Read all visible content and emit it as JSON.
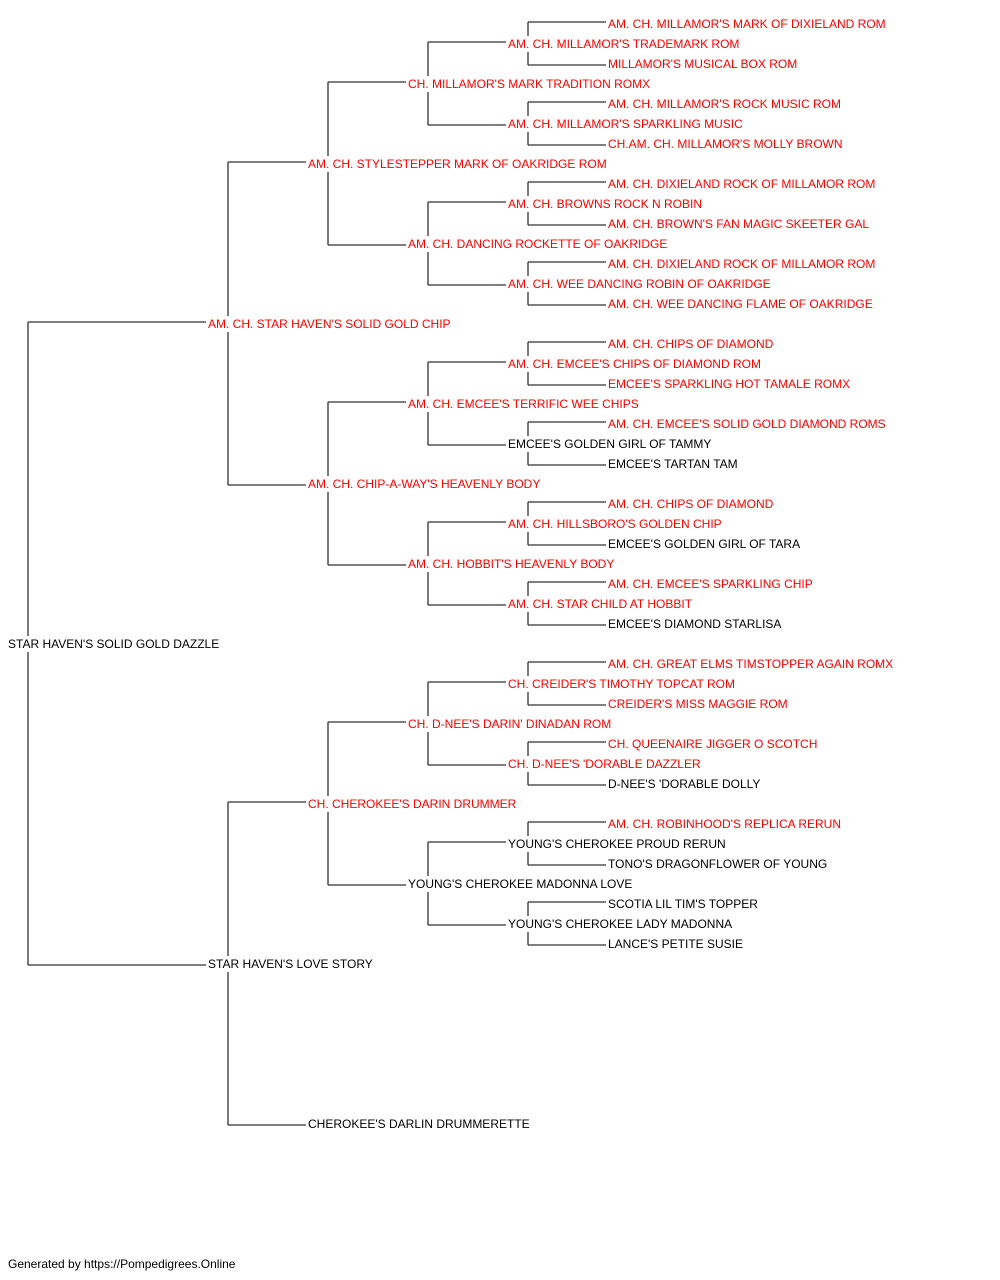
{
  "colors": {
    "titled": "#ff0000",
    "untitled": "#000000",
    "line": "#333333",
    "background": "#ffffff"
  },
  "pedigree": {
    "subject": {
      "name": "STAR HAVEN'S SOLID GOLD DAZZLE",
      "titled": false
    },
    "generations": [
      [
        {
          "name": "AM. CH. STAR HAVEN'S SOLID GOLD CHIP",
          "titled": true
        },
        {
          "name": "STAR HAVEN'S LOVE STORY",
          "titled": false
        }
      ],
      [
        {
          "name": "AM. CH. STYLESTEPPER MARK OF OAKRIDGE ROM",
          "titled": true
        },
        {
          "name": "AM. CH. CHIP-A-WAY'S HEAVENLY BODY",
          "titled": true
        },
        {
          "name": "CH. CHEROKEE'S DARIN DRUMMER",
          "titled": true
        },
        {
          "name": "CHEROKEE'S DARLIN DRUMMERETTE",
          "titled": false
        }
      ],
      [
        {
          "name": "CH. MILLAMOR'S MARK TRADITION ROMX",
          "titled": true
        },
        {
          "name": "AM. CH. DANCING ROCKETTE OF OAKRIDGE",
          "titled": true
        },
        {
          "name": "AM. CH. EMCEE'S TERRIFIC WEE CHIPS",
          "titled": true
        },
        {
          "name": "AM. CH. HOBBIT'S HEAVENLY BODY",
          "titled": true
        },
        {
          "name": "CH. D-NEE'S DARIN' DINADAN ROM",
          "titled": true
        },
        {
          "name": "YOUNG'S CHEROKEE MADONNA LOVE",
          "titled": false
        },
        null,
        null
      ],
      [
        {
          "name": "AM. CH. MILLAMOR'S TRADEMARK ROM",
          "titled": true
        },
        {
          "name": "AM. CH. MILLAMOR'S SPARKLING MUSIC",
          "titled": true
        },
        {
          "name": "AM. CH. BROWNS ROCK N ROBIN",
          "titled": true
        },
        {
          "name": "AM. CH. WEE DANCING ROBIN OF OAKRIDGE",
          "titled": true
        },
        {
          "name": "AM. CH. EMCEE'S CHIPS OF DIAMOND ROM",
          "titled": true
        },
        {
          "name": "EMCEE'S GOLDEN GIRL OF TAMMY",
          "titled": false
        },
        {
          "name": "AM. CH. HILLSBORO'S GOLDEN CHIP",
          "titled": true
        },
        {
          "name": "AM. CH. STAR CHILD AT HOBBIT",
          "titled": true
        },
        {
          "name": "CH. CREIDER'S TIMOTHY TOPCAT ROM",
          "titled": true
        },
        {
          "name": "CH. D-NEE'S 'DORABLE DAZZLER",
          "titled": true
        },
        {
          "name": "YOUNG'S CHEROKEE PROUD RERUN",
          "titled": false
        },
        {
          "name": "YOUNG'S CHEROKEE LADY MADONNA",
          "titled": false
        },
        null,
        null,
        null,
        null
      ],
      [
        {
          "name": "AM. CH. MILLAMOR'S MARK OF DIXIELAND ROM",
          "titled": true
        },
        {
          "name": "MILLAMOR'S MUSICAL BOX ROM",
          "titled": true
        },
        {
          "name": "AM. CH. MILLAMOR'S ROCK MUSIC ROM",
          "titled": true
        },
        {
          "name": "CH.AM. CH. MILLAMOR'S MOLLY BROWN",
          "titled": true
        },
        {
          "name": "AM. CH. DIXIELAND ROCK OF MILLAMOR ROM",
          "titled": true
        },
        {
          "name": "AM. CH. BROWN'S FAN MAGIC SKEETER GAL",
          "titled": true
        },
        {
          "name": "AM. CH. DIXIELAND ROCK OF MILLAMOR ROM",
          "titled": true
        },
        {
          "name": "AM. CH. WEE DANCING FLAME OF OAKRIDGE",
          "titled": true
        },
        {
          "name": "AM. CH. CHIPS OF DIAMOND",
          "titled": true
        },
        {
          "name": "EMCEE'S SPARKLING HOT TAMALE ROMX",
          "titled": true
        },
        {
          "name": "AM. CH. EMCEE'S SOLID GOLD DIAMOND ROMS",
          "titled": true
        },
        {
          "name": "EMCEE'S TARTAN TAM",
          "titled": false
        },
        {
          "name": "AM. CH. CHIPS OF DIAMOND",
          "titled": true
        },
        {
          "name": "EMCEE'S GOLDEN GIRL OF TARA",
          "titled": false
        },
        {
          "name": "AM. CH. EMCEE'S SPARKLING CHIP",
          "titled": true
        },
        {
          "name": "EMCEE'S DIAMOND STARLISA",
          "titled": false
        },
        {
          "name": "AM. CH. GREAT ELMS TIMSTOPPER AGAIN ROMX",
          "titled": true
        },
        {
          "name": "CREIDER'S MISS MAGGIE ROM",
          "titled": true
        },
        {
          "name": "CH. QUEENAIRE JIGGER O SCOTCH",
          "titled": true
        },
        {
          "name": "D-NEE'S 'DORABLE DOLLY",
          "titled": false
        },
        {
          "name": "AM. CH. ROBINHOOD'S REPLICA RERUN",
          "titled": true
        },
        {
          "name": "TONO'S DRAGONFLOWER OF YOUNG",
          "titled": false
        },
        {
          "name": "SCOTIA LIL TIM'S TOPPER",
          "titled": false
        },
        {
          "name": "LANCE'S PETITE SUSIE",
          "titled": false
        },
        null,
        null,
        null,
        null,
        null,
        null,
        null,
        null
      ]
    ]
  },
  "footer": {
    "text": "Generated by https://Pompedigrees.Online"
  }
}
